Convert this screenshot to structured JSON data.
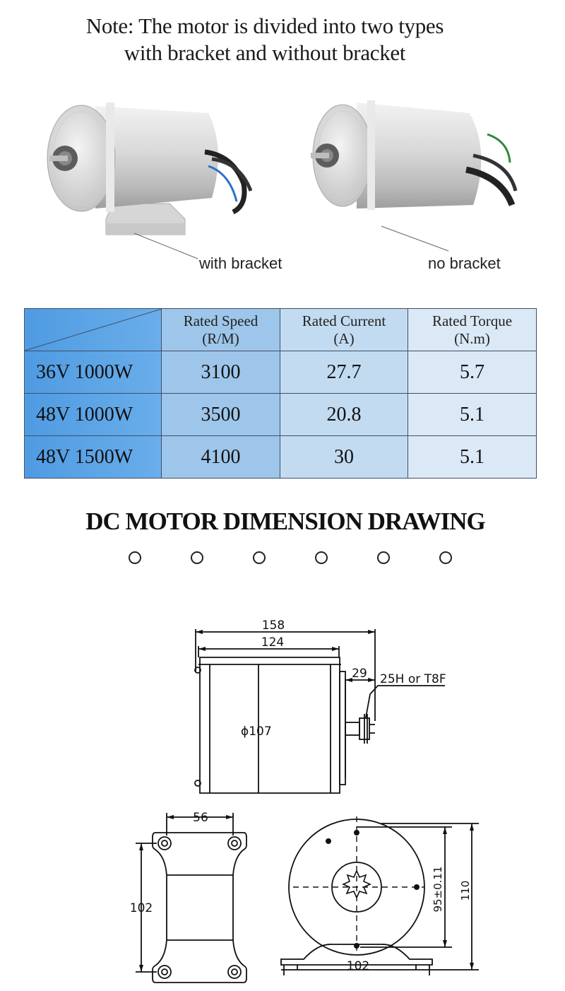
{
  "note": {
    "line1": "Note: The motor is divided into two types",
    "line2": "with bracket and without bracket"
  },
  "photos": {
    "left_label": "with bracket",
    "right_label": "no bracket"
  },
  "table": {
    "headers": [
      {
        "line1": "Rated Speed",
        "line2": "(R/M)"
      },
      {
        "line1": "Rated Current",
        "line2": "(A)"
      },
      {
        "line1": "Rated Torque",
        "line2": "(N.m)"
      }
    ],
    "rows": [
      {
        "model": "36V  1000W",
        "speed": "3100",
        "current": "27.7",
        "torque": "5.7"
      },
      {
        "model": "48V  1000W",
        "speed": "3500",
        "current": "20.8",
        "torque": "5.1"
      },
      {
        "model": "48V  1500W",
        "speed": "4100",
        "current": "30",
        "torque": "5.1"
      }
    ]
  },
  "section_title": "DC MOTOR DIMENSION DRAWING",
  "drawing": {
    "dim_158": "158",
    "dim_124": "124",
    "dim_29": "29",
    "sprocket": "25H or T8F",
    "diameter": "ϕ107",
    "dim_56": "56",
    "dim_102_left": "102",
    "dim_102_bottom": "102",
    "dim_95": "95±0.11",
    "dim_110": "110"
  },
  "colors": {
    "model_column": "#5aa2e6",
    "speed_column": "#9ec6ea",
    "current_column": "#c2dbf1",
    "torque_column": "#dbe8f6",
    "border": "#3f4e66"
  }
}
